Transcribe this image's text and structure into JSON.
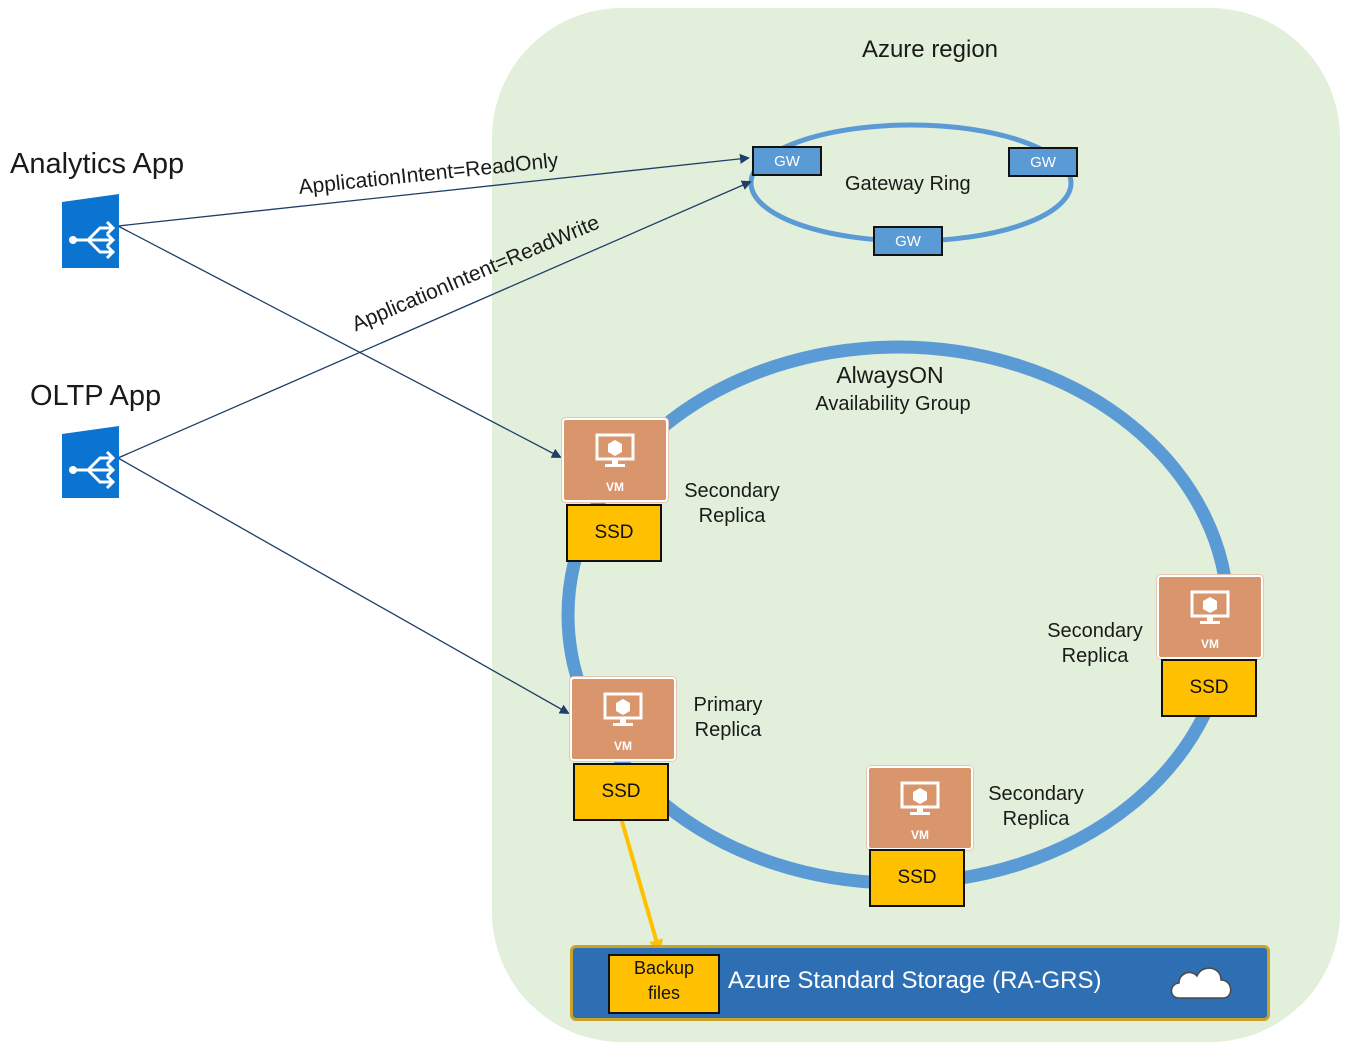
{
  "region": {
    "title": "Azure region"
  },
  "apps": {
    "analytics": {
      "title": "Analytics App",
      "icon": "load-balancer-icon"
    },
    "oltp": {
      "title": "OLTP App",
      "icon": "load-balancer-icon"
    }
  },
  "connections": {
    "readonly": "ApplicationIntent=ReadOnly",
    "readwrite": "ApplicationIntent=ReadWrite"
  },
  "gateway_ring": {
    "label": "Gateway Ring",
    "gateways": [
      "GW",
      "GW",
      "GW"
    ]
  },
  "availability_group": {
    "title_line1": "AlwaysON",
    "title_line2": "Availability Group"
  },
  "replicas": [
    {
      "role_line1": "Secondary",
      "role_line2": "Replica",
      "vm_label": "VM",
      "disk": "SSD"
    },
    {
      "role_line1": "Primary",
      "role_line2": "Replica",
      "vm_label": "VM",
      "disk": "SSD"
    },
    {
      "role_line1": "Secondary",
      "role_line2": "Replica",
      "vm_label": "VM",
      "disk": "SSD"
    },
    {
      "role_line1": "Secondary",
      "role_line2": "Replica",
      "vm_label": "VM",
      "disk": "SSD"
    }
  ],
  "storage": {
    "label": "Azure Standard Storage (RA-GRS)",
    "backup_line1": "Backup",
    "backup_line2": "files",
    "icon": "cloud-icon"
  },
  "colors": {
    "region_fill": "#e2efda",
    "ring_blue": "#5b9bd5",
    "app_blue": "#0a74d0",
    "vm_orange": "#d9956b",
    "ssd_yellow": "#ffc000",
    "storage_blue": "#2e6fb4",
    "connector_navy": "#1f3f66",
    "backup_arrow": "#ffc000"
  }
}
